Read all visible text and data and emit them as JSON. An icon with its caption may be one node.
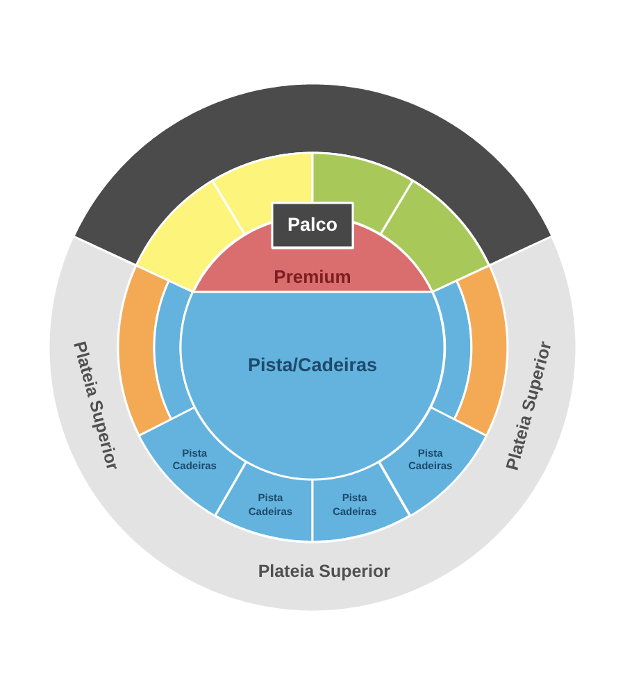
{
  "diagram": {
    "nodes": [
      {
        "text": [],
        "shape": "sector"
      },
      {
        "text": [],
        "shape": "sector"
      },
      {
        "text": [],
        "shape": "sector"
      },
      {
        "text": [],
        "shape": "sector"
      },
      {
        "text": [],
        "shape": "sector"
      },
      {
        "text": [
          "Palco"
        ]
      },
      {
        "text": [
          "Premium"
        ]
      },
      {
        "text": [],
        "shape": "sector"
      },
      {
        "text": [],
        "shape": "sector"
      },
      {
        "text": [
          "Pista/Cadeiras"
        ]
      },
      {
        "text": [],
        "shape": "sector"
      },
      {
        "text": [],
        "shape": "sector"
      },
      {
        "text": [
          "Pista Cadeiras"
        ]
      },
      {
        "text": [
          "Pista Cadeiras"
        ]
      },
      {
        "text": [
          "Pista Cadeiras"
        ]
      },
      {
        "text": [
          "Pista Cadeiras"
        ]
      },
      {
        "text": [
          "Plateia Superior",
          "Plateia Superior",
          "Plateia Superior"
        ]
      }
    ]
  }
}
